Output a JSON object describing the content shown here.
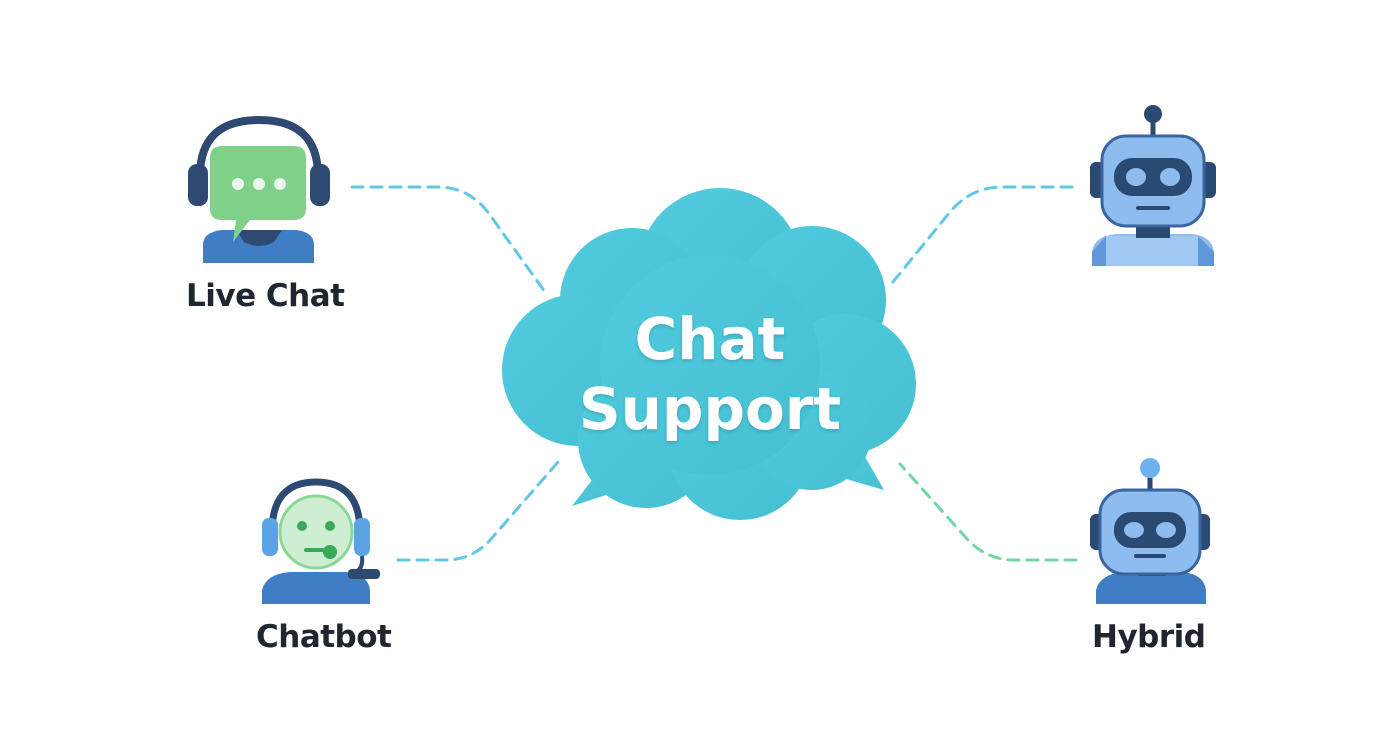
{
  "center": {
    "line1": "Chat",
    "line2": "Support"
  },
  "nodes": {
    "live_chat": {
      "label": "Live Chat",
      "icon": "headset-agent-chat-bubble-icon"
    },
    "chatbot": {
      "label": "Chatbot",
      "icon": "headset-bot-agent-icon"
    },
    "top_right": {
      "label": "",
      "icon": "robot-icon"
    },
    "hybrid": {
      "label": "Hybrid",
      "icon": "robot-icon"
    }
  },
  "colors": {
    "cloud": "#4cc6d8",
    "connector_blue": "#62c7e6",
    "connector_green": "#6fd6a4",
    "agent_blue": "#3f7ec4",
    "headset_navy": "#2f4a72",
    "chat_green": "#7fd18a",
    "robot_light": "#8fbcef",
    "robot_dark": "#2b4a72",
    "label_text": "#1f2630"
  }
}
